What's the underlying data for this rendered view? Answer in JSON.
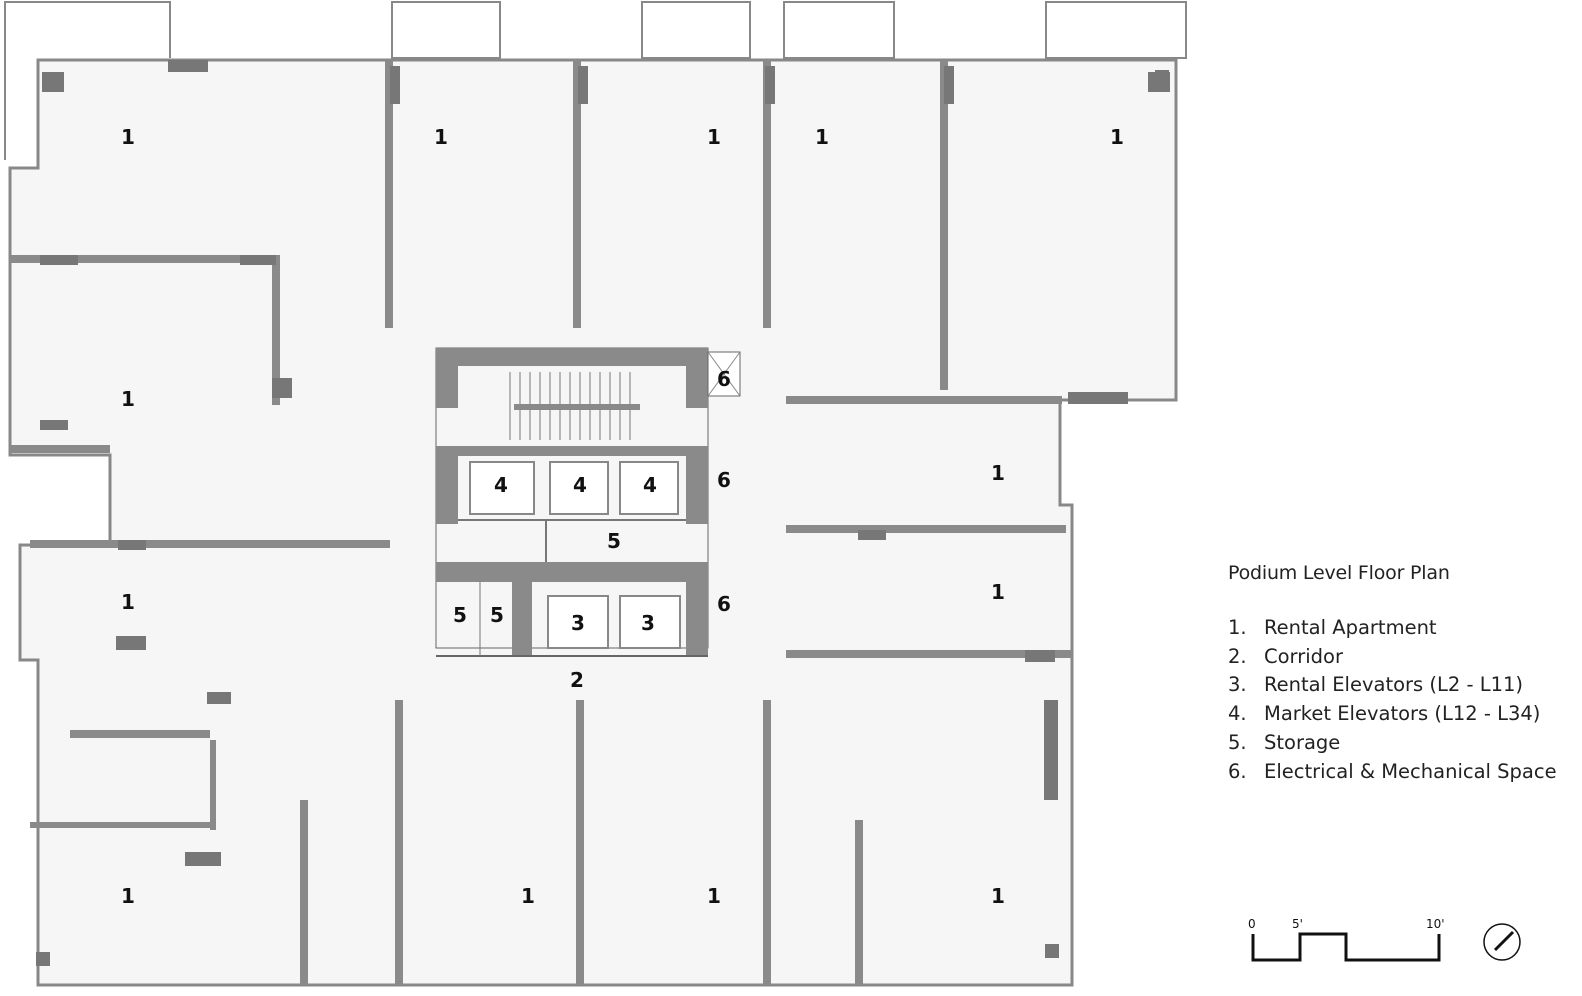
{
  "legend": {
    "title": "Podium Level Floor Plan",
    "items": [
      {
        "num": "1.",
        "label": "Rental Apartment"
      },
      {
        "num": "2.",
        "label": "Corridor"
      },
      {
        "num": "3.",
        "label": "Rental Elevators (L2 - L11)"
      },
      {
        "num": "4.",
        "label": "Market Elevators (L12 - L34)"
      },
      {
        "num": "5.",
        "label": "Storage"
      },
      {
        "num": "6.",
        "label": "Electrical & Mechanical Space"
      }
    ]
  },
  "scale_bar": {
    "tick_0": "0",
    "tick_5": "5'",
    "tick_10": "10'"
  },
  "north_arrow": {
    "icon": "north-arrow-icon"
  },
  "room_labels": {
    "apt_nw": "1",
    "apt_n1": "1",
    "apt_n2": "1",
    "apt_n3": "1",
    "apt_ne": "1",
    "apt_w_upper": "1",
    "apt_e_upper": "1",
    "apt_e_mid": "1",
    "apt_w_mid": "1",
    "apt_sw": "1",
    "apt_s1": "1",
    "apt_s2": "1",
    "apt_se": "1",
    "corridor": "2",
    "rental_elev_1": "3",
    "rental_elev_2": "3",
    "market_elev_1": "4",
    "market_elev_2": "4",
    "market_elev_3": "4",
    "storage_center": "5",
    "storage_1": "5",
    "storage_2": "5",
    "mech_1": "6",
    "mech_2": "6",
    "mech_3": "6"
  },
  "colors": {
    "wall": "#8a8a8a",
    "wall_dark": "#666666",
    "floor": "#f6f6f6",
    "line": "#555555",
    "text": "#111111"
  }
}
